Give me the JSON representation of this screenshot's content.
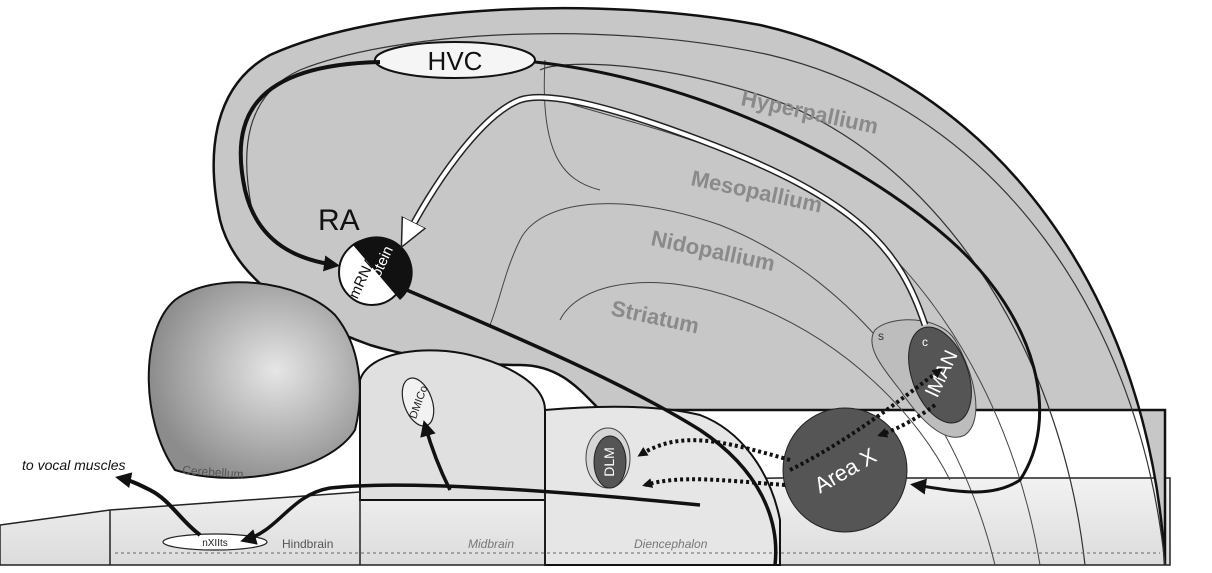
{
  "nuclei": {
    "hvc": "HVC",
    "ra": "RA",
    "ra_protein": "protein",
    "ra_mrna": "mRNA",
    "lman": "lMAN",
    "lman_c": "c",
    "lman_s": "s",
    "area_x": "Area X",
    "dlm": "DLM",
    "dmico": "DMICo",
    "nxiits": "nXIIts"
  },
  "regions": {
    "hyperpallium": "Hyperpallium",
    "mesopallium": "Mesopallium",
    "nidopallium": "Nidopallium",
    "striatum": "Striatum",
    "cerebellum": "Cerebellum",
    "hindbrain": "Hindbrain",
    "midbrain": "Midbrain",
    "diencephalon": "Diencephalon"
  },
  "output_label": "to vocal muscles",
  "colors": {
    "background": "#ffffff",
    "brain_fill": "#c9c9c9",
    "region_text": "#8a8a8a",
    "nucleus_dark": "#555555",
    "pathway": "#111111",
    "feedback_arrow": "#ffffff"
  }
}
